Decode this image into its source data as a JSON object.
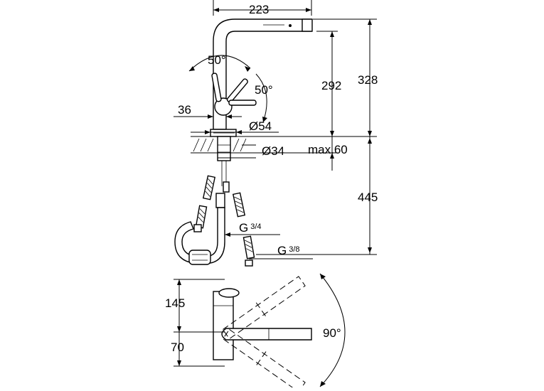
{
  "dimensions": {
    "spout_reach": "223",
    "swivel_angle_left": "50°",
    "swivel_angle_right": "50°",
    "spout_height": "292",
    "total_height": "328",
    "offset_36": "36",
    "base_diameter": "Ø54",
    "hole_diameter": "Ø34",
    "max_deck_thickness": "max.60",
    "hose_length": "445",
    "connection_g34_main": "G",
    "connection_g34_frac": "3/4",
    "connection_g38_main": "G",
    "connection_g38_frac": "3/8",
    "top_view_145": "145",
    "top_view_70": "70",
    "swivel_range": "90°"
  }
}
